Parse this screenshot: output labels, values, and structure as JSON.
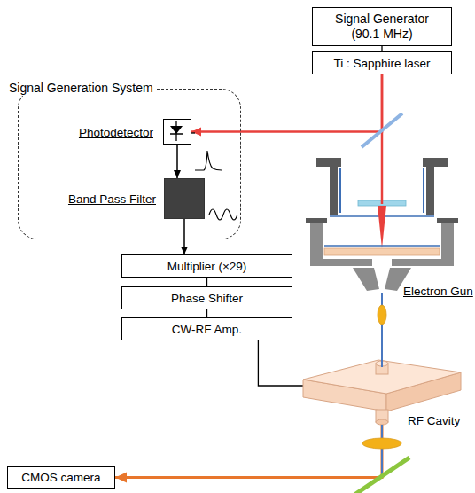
{
  "diagram": {
    "nodes": [
      {
        "text": [
          "Signal Generator (90.1 MHz)"
        ]
      },
      {
        "text": [
          "Ti : Sapphire laser"
        ]
      },
      {
        "text": [
          "Signal Generation System"
        ]
      },
      {
        "text": [
          "Photodetector"
        ],
        "in": 2
      },
      {
        "text": [
          "Band Pass Filter"
        ],
        "in": 2
      },
      {
        "text": [
          "Multiplier (×29)"
        ]
      },
      {
        "text": [
          "Phase Shifter"
        ]
      },
      {
        "text": [
          "CW-RF Amp."
        ]
      },
      {
        "text": [
          "Electron Gun"
        ]
      },
      {
        "text": [
          "RF Cavity"
        ]
      },
      {
        "text": [
          "CMOS camera"
        ]
      }
    ],
    "edges": [
      {
        "from": 0,
        "to": 1,
        "arrow": "none"
      },
      {
        "from": 1,
        "to": 8,
        "arrow": "none"
      },
      {
        "from": 1,
        "to": 3,
        "arrow": "to"
      },
      {
        "from": 3,
        "to": 4,
        "arrow": "to"
      },
      {
        "from": 4,
        "to": 5,
        "arrow": "to"
      },
      {
        "from": 5,
        "to": 6,
        "arrow": "none"
      },
      {
        "from": 6,
        "to": 7,
        "arrow": "none"
      },
      {
        "from": 7,
        "to": 9,
        "arrow": "none"
      },
      {
        "from": 8,
        "to": 9,
        "arrow": "none"
      },
      {
        "from": 9,
        "to": 10,
        "arrow": "to"
      }
    ]
  }
}
